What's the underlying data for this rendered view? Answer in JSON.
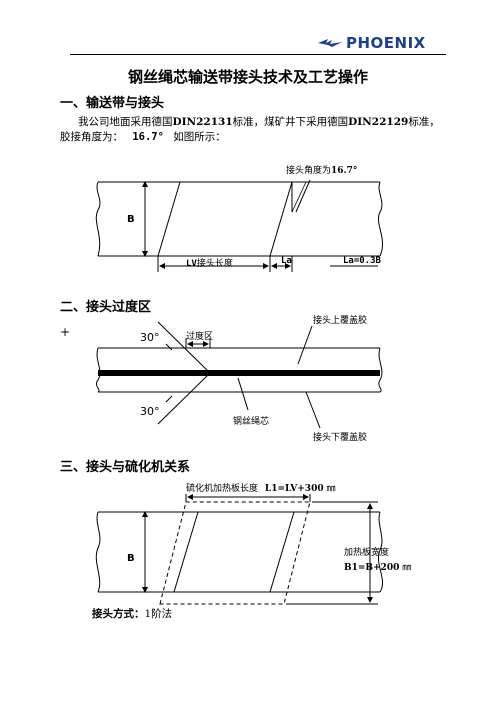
{
  "header": {
    "logo_text": "PHOENIX",
    "brand_color": "#1f3f8a"
  },
  "document": {
    "title": "钢丝绳芯输送带接头技术及工艺操作",
    "section1": {
      "heading": "一、输送带与接头",
      "para_line1_a": "我公司地面采用德国",
      "para_line1_std1": "DIN22131",
      "para_line1_b": "标准，煤矿井下采用德国",
      "para_line1_std2": "DIN22129",
      "para_line1_c": "标准，",
      "para_line2_a": "胶接角度为：",
      "para_line2_angle": "16.7°",
      "para_line2_b": "如图所示：",
      "fig_angle_label_a": "接头角度为",
      "fig_angle_label_b": "16.7°",
      "fig_B": "B",
      "fig_LV_a": "LV",
      "fig_LV_b": "接头长度",
      "fig_La": "La",
      "fig_La_formula": "La=0.3B"
    },
    "section2": {
      "heading": "二、接头过度区",
      "plus": "+",
      "angle_top": "30°",
      "angle_bottom": "30°",
      "transition": "过度区",
      "upper_cover": "接头上覆盖胶",
      "core": "钢丝绳芯",
      "lower_cover": "接头下覆盖胶"
    },
    "section3": {
      "heading": "三、接头与硫化机关系",
      "plate_length_a": "硫化机加热板长度",
      "plate_length_b": "L1=LV+300",
      "plate_length_unit": "㎜",
      "fig_B": "B",
      "plate_width_a": "加热板宽度",
      "plate_width_b": "B1=B+200",
      "plate_width_unit": "㎜",
      "method_label": "接头方式：",
      "method_value": "1阶法"
    }
  }
}
